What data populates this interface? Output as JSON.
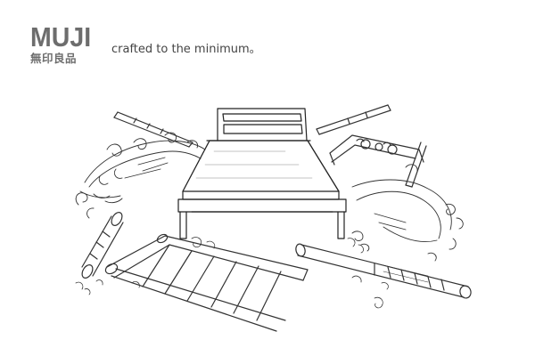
{
  "brand": {
    "logo_text": "MUJI",
    "logo_subtext": "無印良品"
  },
  "tagline": "crafted to the minimum。",
  "illustration": {
    "subject": "pencil sketch of bed surrounded by wood shavings, logs and a ladder",
    "ink_color": "#333333"
  }
}
